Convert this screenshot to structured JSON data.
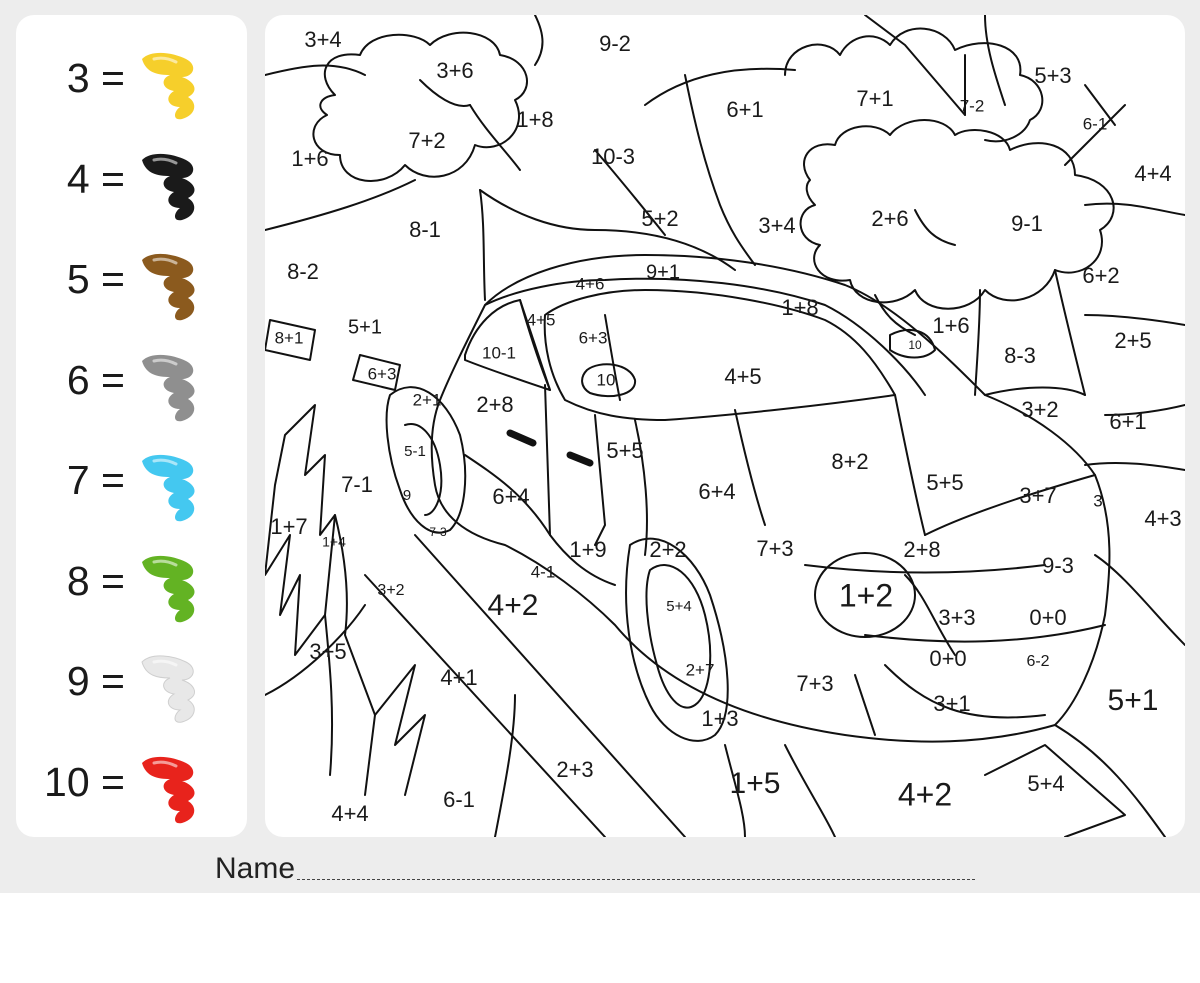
{
  "legend": [
    {
      "number": "3",
      "equals": "=",
      "color": "#f6cf2b"
    },
    {
      "number": "4",
      "equals": "=",
      "color": "#1a1a1a"
    },
    {
      "number": "5",
      "equals": "=",
      "color": "#8b5a1e"
    },
    {
      "number": "6",
      "equals": "=",
      "color": "#8f8f8f"
    },
    {
      "number": "7",
      "equals": "=",
      "color": "#44c8f0"
    },
    {
      "number": "8",
      "equals": "=",
      "color": "#63b323"
    },
    {
      "number": "9",
      "equals": "=",
      "color": "#e8e8e8"
    },
    {
      "number": "10",
      "equals": "=",
      "color": "#e8231c"
    }
  ],
  "name_field": {
    "label": "Name"
  },
  "regions": [
    {
      "text": "3+4"
    },
    {
      "text": "3+6"
    },
    {
      "text": "9-2"
    },
    {
      "text": "1+8"
    },
    {
      "text": "7+2"
    },
    {
      "text": "1+6"
    },
    {
      "text": "10-3"
    },
    {
      "text": "6+1"
    },
    {
      "text": "7+1"
    },
    {
      "text": "7-2"
    },
    {
      "text": "5+3"
    },
    {
      "text": "6-1"
    },
    {
      "text": "4+4"
    },
    {
      "text": "8-1"
    },
    {
      "text": "5+2"
    },
    {
      "text": "3+4"
    },
    {
      "text": "2+6"
    },
    {
      "text": "9-1"
    },
    {
      "text": "6+2"
    },
    {
      "text": "8-2"
    },
    {
      "text": "9+1"
    },
    {
      "text": "4+6"
    },
    {
      "text": "1+8"
    },
    {
      "text": "8+1"
    },
    {
      "text": "5+1"
    },
    {
      "text": "4+5"
    },
    {
      "text": "6+3"
    },
    {
      "text": "10-1"
    },
    {
      "text": "10"
    },
    {
      "text": "4+5"
    },
    {
      "text": "1+6"
    },
    {
      "text": "10"
    },
    {
      "text": "8-3"
    },
    {
      "text": "2+5"
    },
    {
      "text": "6+3"
    },
    {
      "text": "2+1"
    },
    {
      "text": "2+8"
    },
    {
      "text": "3+2"
    },
    {
      "text": "6+1"
    },
    {
      "text": "5-1"
    },
    {
      "text": "5+5"
    },
    {
      "text": "8+2"
    },
    {
      "text": "7-1"
    },
    {
      "text": "6+4"
    },
    {
      "text": "6+4"
    },
    {
      "text": "5+5"
    },
    {
      "text": "3+7"
    },
    {
      "text": "3"
    },
    {
      "text": "4+3"
    },
    {
      "text": "9"
    },
    {
      "text": "1+7"
    },
    {
      "text": "1+4"
    },
    {
      "text": "7-3"
    },
    {
      "text": "1+9"
    },
    {
      "text": "2+2"
    },
    {
      "text": "7+3"
    },
    {
      "text": "2+8"
    },
    {
      "text": "4-1"
    },
    {
      "text": "9-3"
    },
    {
      "text": "3+2"
    },
    {
      "text": "4+2"
    },
    {
      "text": "1+2"
    },
    {
      "text": "5+4"
    },
    {
      "text": "3+3"
    },
    {
      "text": "0+0"
    },
    {
      "text": "3+5"
    },
    {
      "text": "2+7"
    },
    {
      "text": "0+0"
    },
    {
      "text": "6-2"
    },
    {
      "text": "4+1"
    },
    {
      "text": "7+3"
    },
    {
      "text": "3+1"
    },
    {
      "text": "5+1"
    },
    {
      "text": "1+3"
    },
    {
      "text": "2+3"
    },
    {
      "text": "1+5"
    },
    {
      "text": "4+2"
    },
    {
      "text": "5+4"
    },
    {
      "text": "6-1"
    },
    {
      "text": "4+4"
    }
  ]
}
